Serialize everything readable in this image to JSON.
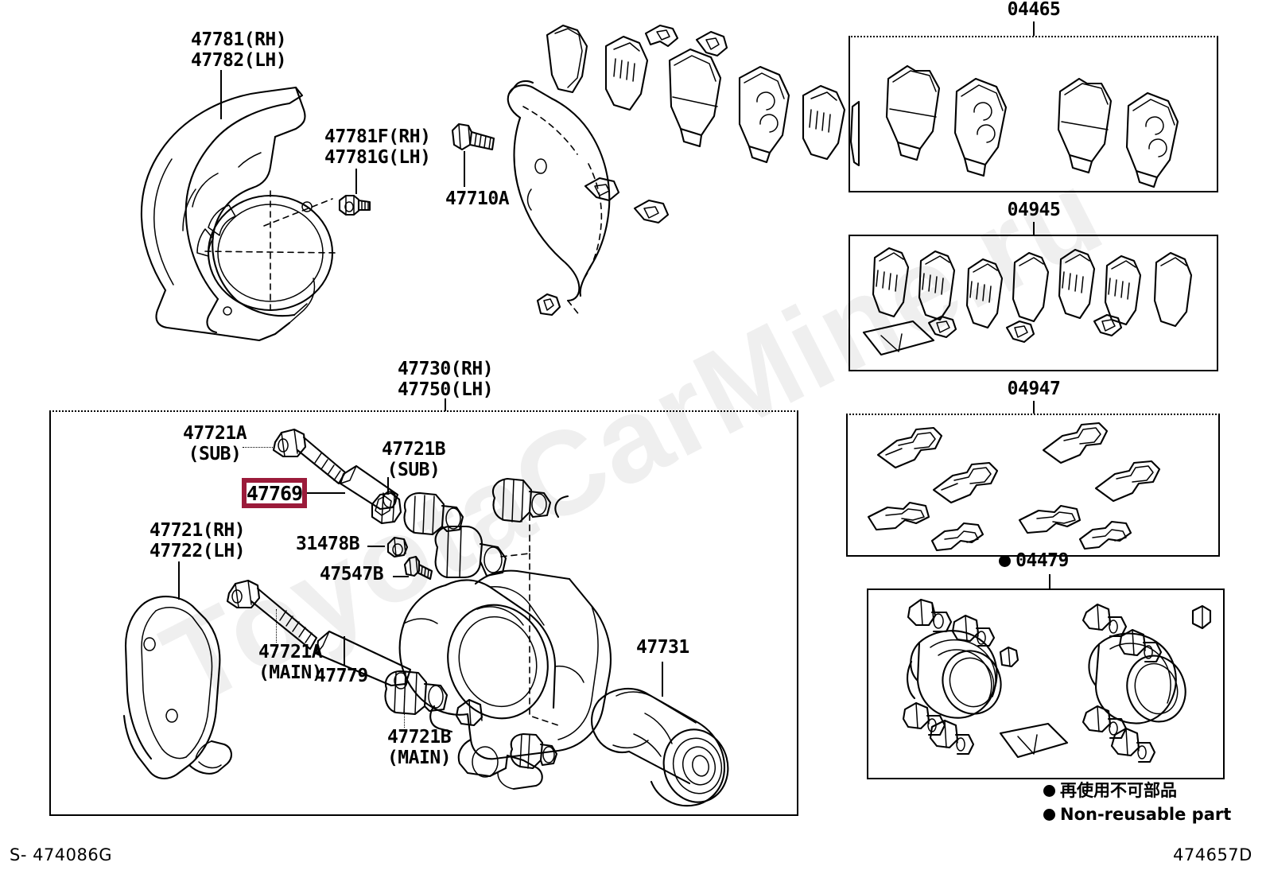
{
  "document": {
    "type": "toyota-parts-catalog-exploded-diagram",
    "subject": "Front brake disc / caliper assembly",
    "watermark": "ToyotaCarMine.ru",
    "footer_left": "S- 474086G",
    "footer_right": "474657D"
  },
  "callouts": {
    "dust_cover": {
      "line1": "47781(RH)",
      "line2": "47782(LH)"
    },
    "dust_cover_bolt": {
      "line1": "47781F(RH)",
      "line2": "47781G(LH)"
    },
    "caliper_mount_bolt": {
      "line1": "47710A"
    },
    "caliper_assy": {
      "line1": "47730(RH)",
      "line2": "47750(LH)"
    },
    "slide_pin_sub": {
      "line1": "47721A",
      "line2": "(SUB)"
    },
    "slide_pin_main": {
      "line1": "47721A",
      "line2": "(MAIN)"
    },
    "boot_sub": {
      "line1": "47721B",
      "line2": "(SUB)"
    },
    "boot_main": {
      "line1": "47721B",
      "line2": "(MAIN)"
    },
    "highlighted_part": {
      "line1": "47769"
    },
    "mounting_bracket": {
      "line1": "47721(RH)",
      "line2": "47722(LH)"
    },
    "bleeder_cap": {
      "line1": "31478B"
    },
    "bleeder_screw": {
      "line1": "47547B"
    },
    "sleeve": {
      "line1": "47779"
    },
    "piston_boot": {
      "line1": "47731"
    }
  },
  "kit_boxes": [
    {
      "id": "pad-kit",
      "label": "04465",
      "bullet": false
    },
    {
      "id": "shim-kit",
      "label": "04945",
      "bullet": false
    },
    {
      "id": "fitting-kit",
      "label": "04947",
      "bullet": false
    },
    {
      "id": "seal-kit",
      "label": "04479",
      "bullet": true
    }
  ],
  "legend": {
    "japanese": "再使用不可部品",
    "english": "Non-reusable part",
    "marker": "filled-circle"
  },
  "colors": {
    "highlight": "#9B1B3A",
    "line": "#000000",
    "background": "#FFFFFF",
    "watermark": "#EFEFEF"
  }
}
